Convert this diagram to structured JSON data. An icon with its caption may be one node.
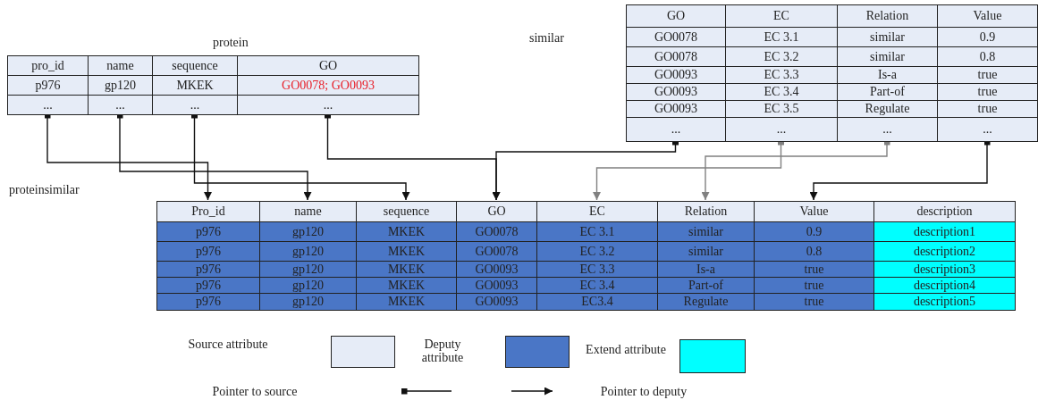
{
  "diagram": {
    "nodes": [
      {
        "text": [
          "protein"
        ]
      },
      {
        "text": [
          "pro_id",
          "p976",
          "..."
        ],
        "in": 0
      },
      {
        "text": [
          "name",
          "gp120",
          "..."
        ],
        "in": 0
      },
      {
        "text": [
          "sequence",
          "MKEK",
          "..."
        ],
        "in": 0
      },
      {
        "text": [
          "GO",
          "GO0078; GO0093",
          "..."
        ],
        "in": 0
      },
      {
        "text": [
          "similar"
        ]
      },
      {
        "text": [
          "GO",
          "GO0078",
          "GO0078",
          "GO0093",
          "GO0093",
          "GO0093",
          "..."
        ],
        "in": 5
      },
      {
        "text": [
          "EC",
          "EC 3.1",
          "EC 3.2",
          "EC 3.3",
          "EC 3.4",
          "EC 3.5",
          "..."
        ],
        "in": 5
      },
      {
        "text": [
          "Relation",
          "similar",
          "similar",
          "Is-a",
          "Part-of",
          "Regulate",
          "..."
        ],
        "in": 5
      },
      {
        "text": [
          "Value",
          "0.9",
          "0.8",
          "true",
          "true",
          "true",
          "..."
        ],
        "in": 5
      },
      {
        "text": [
          "proteinsimilar"
        ]
      },
      {
        "text": [
          "Pro_id",
          "p976",
          "p976",
          "p976",
          "p976",
          "p976"
        ],
        "in": 10
      },
      {
        "text": [
          "name",
          "gp120",
          "gp120",
          "gp120",
          "gp120",
          "gp120"
        ],
        "in": 10
      },
      {
        "text": [
          "sequence",
          "MKEK",
          "MKEK",
          "MKEK",
          "MKEK",
          "MKEK"
        ],
        "in": 10
      },
      {
        "text": [
          "GO",
          "GO0078",
          "GO0078",
          "GO0093",
          "GO0093",
          "GO0093"
        ],
        "in": 10
      },
      {
        "text": [
          "EC",
          "EC 3.1",
          "EC 3.2",
          "EC 3.3",
          "EC 3.4",
          "EC3.4"
        ],
        "in": 10
      },
      {
        "text": [
          "Relation",
          "similar",
          "similar",
          "Is-a",
          "Part-of",
          "Regulate"
        ],
        "in": 10
      },
      {
        "text": [
          "Value",
          "0.9",
          "0.8",
          "true",
          "true",
          "true"
        ],
        "in": 10
      },
      {
        "text": [
          "description",
          "description1",
          "description2",
          "description3",
          "description4",
          "description5"
        ],
        "in": 10
      }
    ],
    "edges": [
      {
        "from": 1,
        "to": 11,
        "arrow": "to"
      },
      {
        "from": 2,
        "to": 12,
        "arrow": "to"
      },
      {
        "from": 3,
        "to": 13,
        "arrow": "to"
      },
      {
        "from": 4,
        "to": 14,
        "arrow": "to"
      },
      {
        "from": 6,
        "to": 14,
        "arrow": "to"
      },
      {
        "from": 7,
        "to": 15,
        "arrow": "to",
        "color": "#808080"
      },
      {
        "from": 8,
        "to": 16,
        "arrow": "to",
        "color": "#808080"
      },
      {
        "from": 9,
        "to": 17,
        "arrow": "to"
      }
    ],
    "legend": [
      {
        "text": "Source attribute",
        "color": "#e6ecf7"
      },
      {
        "text": "Deputy attribute",
        "color": "#4a76c6"
      },
      {
        "text": "Extend attribute",
        "color": "#00ffff"
      },
      {
        "text": "Pointer to source"
      },
      {
        "text": "Pointer to deputy"
      }
    ]
  }
}
